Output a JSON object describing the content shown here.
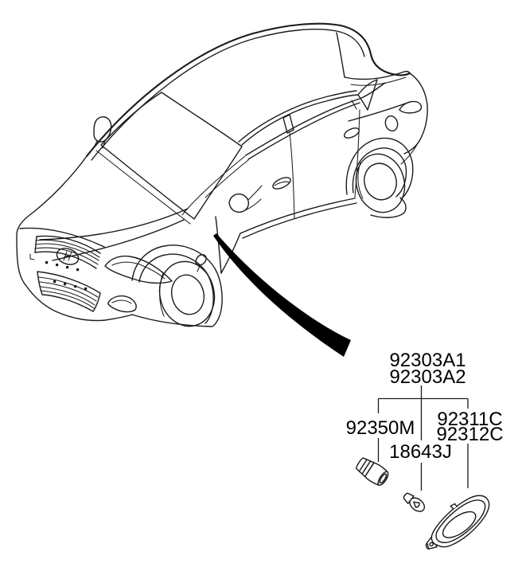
{
  "diagram": {
    "colors": {
      "background": "#ffffff",
      "line": "#1b1b1b",
      "arrow": "#000000",
      "text": "#000000"
    },
    "callout": {
      "assembly_1": "92303A1",
      "assembly_2": "92303A2",
      "socket": "92350M",
      "bulb": "18643J",
      "lamp_1": "92311C",
      "lamp_2": "92312C"
    }
  }
}
